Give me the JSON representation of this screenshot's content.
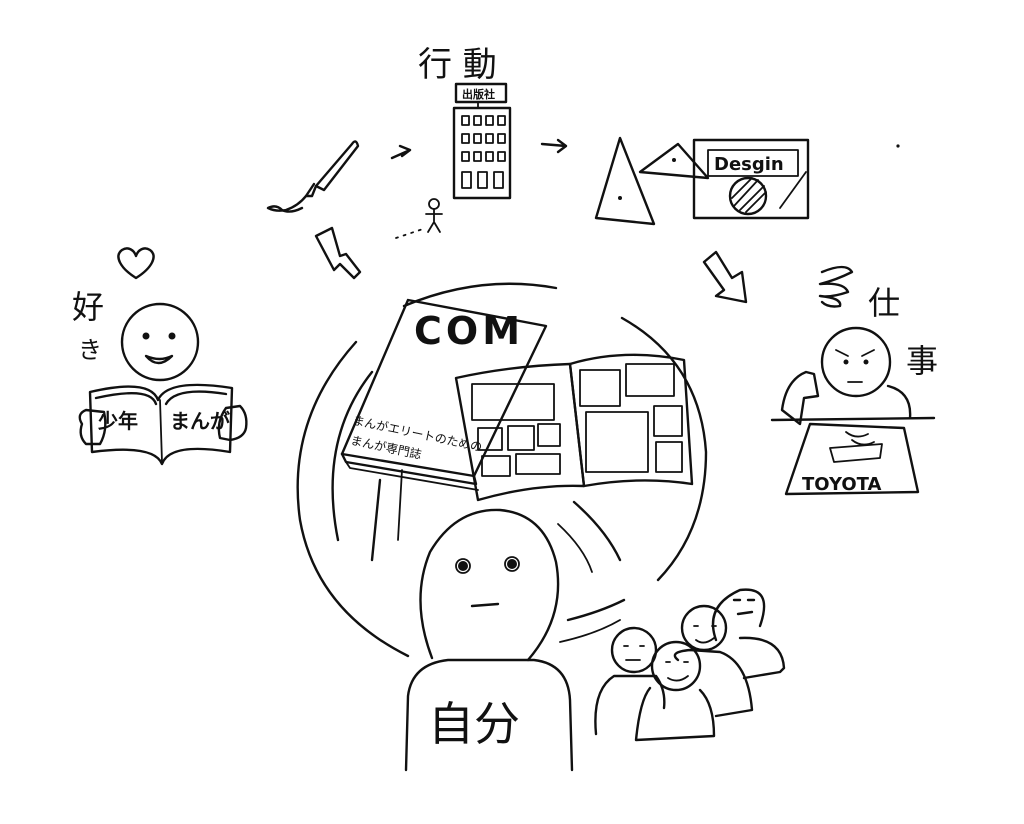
{
  "labels": {
    "action": "行 動",
    "likes_1": "好",
    "likes_2": "き",
    "work_1": "仕",
    "work_2": "事",
    "self": "自分"
  },
  "building": {
    "sign": "出版社"
  },
  "manga": {
    "title_1": "少年",
    "title_2": "まんが"
  },
  "magazine": {
    "title": "COM",
    "tagline_1": "まんがエリートのための",
    "tagline_2": "まんが専門誌"
  },
  "design_board": {
    "label": "Desgin"
  },
  "work_desk": {
    "drawing_label": "TOYOTA"
  },
  "colors": {
    "ink": "#111111",
    "paper": "#ffffff"
  },
  "icons": [
    "heart-icon",
    "pen-icon",
    "arrow-icon",
    "building-icon",
    "stick-figure-icon"
  ]
}
